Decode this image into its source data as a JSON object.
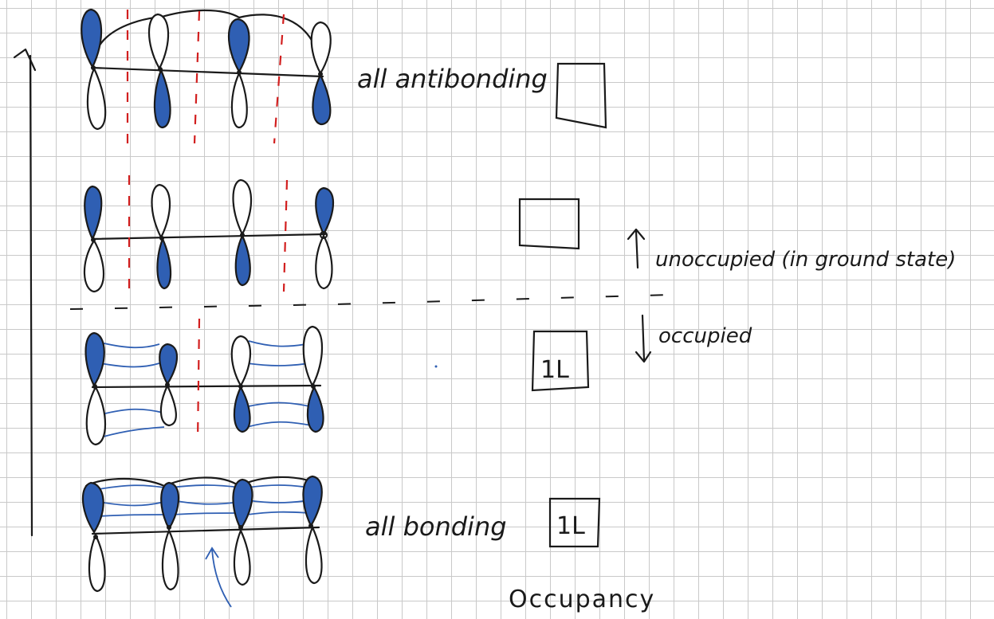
{
  "labels": {
    "antibonding": "all antibonding",
    "bonding": "all bonding",
    "unoccupied": "unoccupied (in ground state)",
    "occupied": "occupied",
    "occupancy": "Occupancy"
  },
  "boxes": [
    {
      "level": "top",
      "content": ""
    },
    {
      "level": "second",
      "content": ""
    },
    {
      "level": "third",
      "content": "1L"
    },
    {
      "level": "bottom",
      "content": "1L"
    }
  ],
  "colors": {
    "ink": "#1a1a1a",
    "phase_fill": "#2f5fb3",
    "node_lines": "#d21f1f",
    "grid": "#c9c9c9"
  }
}
